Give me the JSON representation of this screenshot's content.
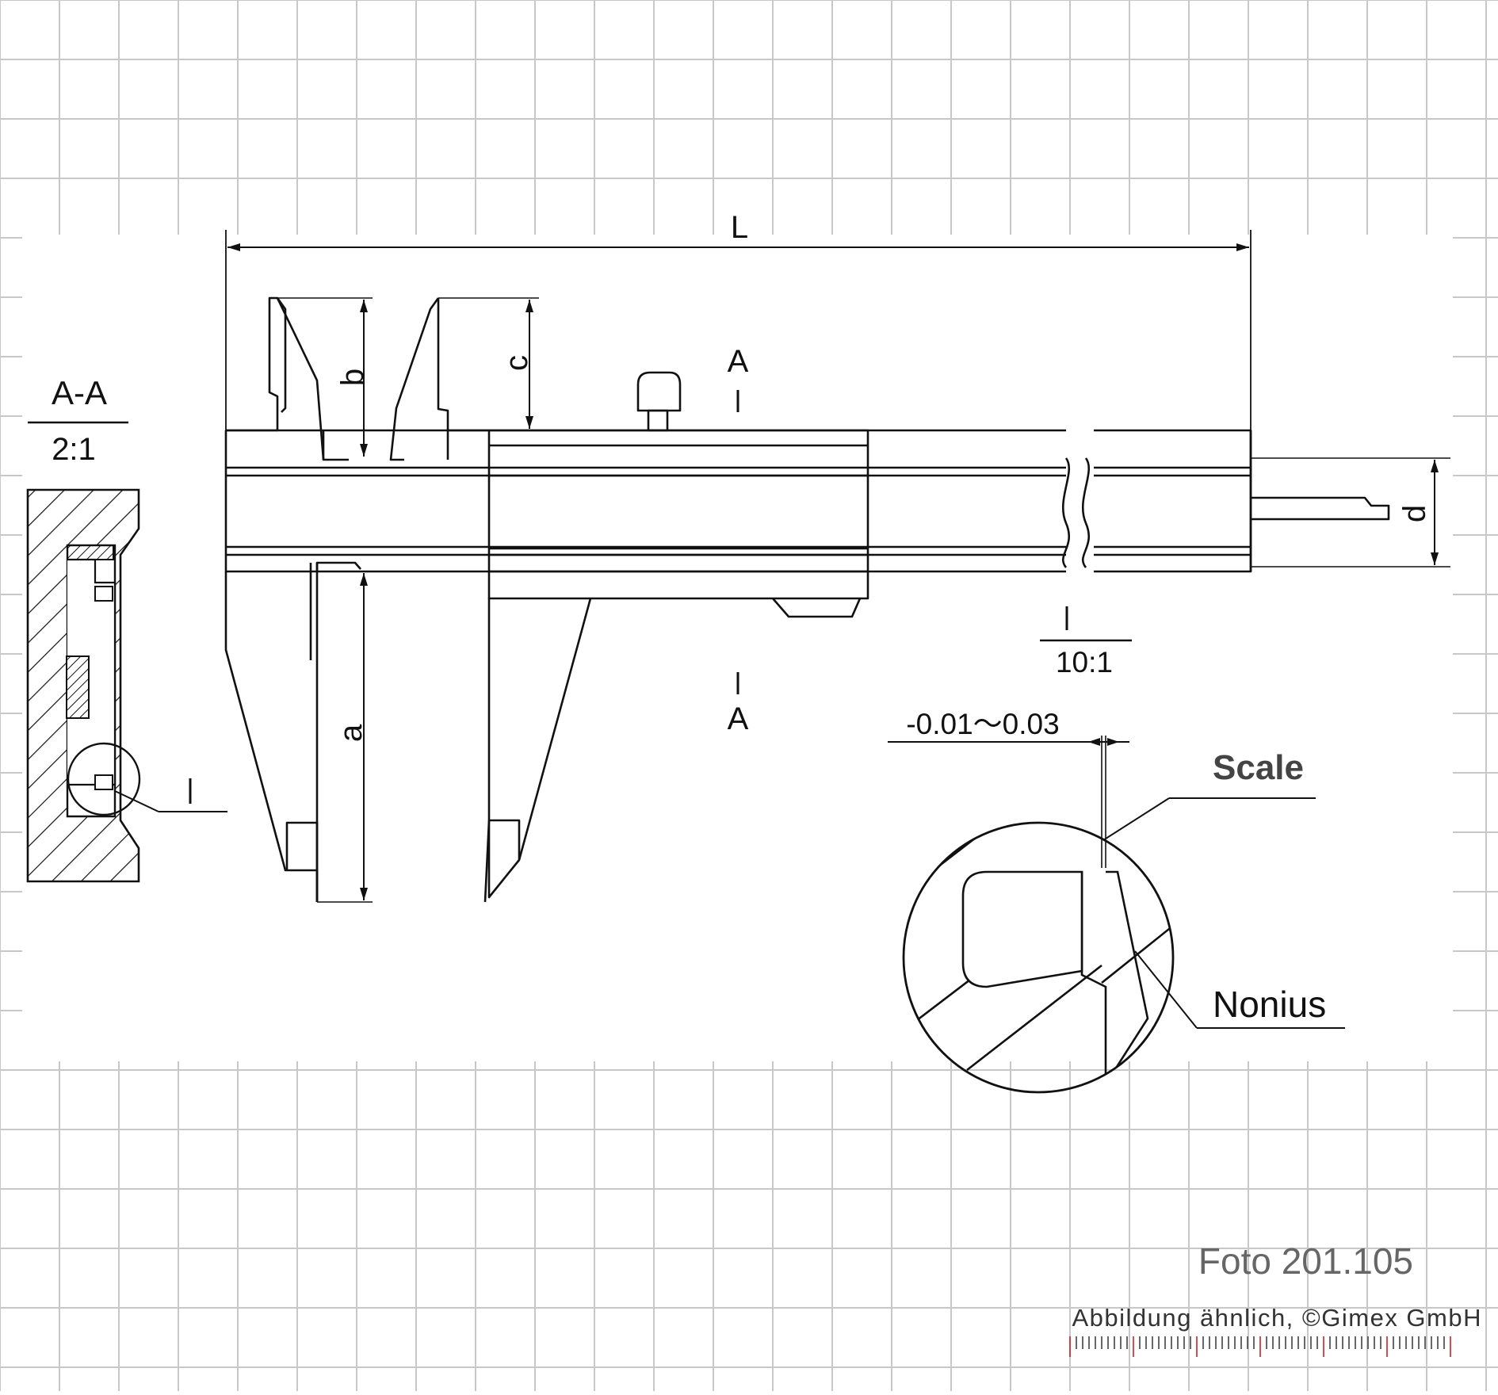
{
  "dimensions": {
    "length": "L",
    "jaw_a": "a",
    "jaw_b": "b",
    "jaw_c": "c",
    "depth_d": "d"
  },
  "section": {
    "marker_top": "A",
    "marker_bottom": "A",
    "title": "A-A",
    "scale": "2:1"
  },
  "detail": {
    "marker": "I",
    "scale": "10:1",
    "tolerance": "-0.01～0.03",
    "scale_label": "Scale",
    "nonius_label": "Nonius"
  },
  "caption": {
    "photo": "Foto 201.105",
    "credit": "Abbildung ähnlich, ©Gimex GmbH"
  },
  "colors": {
    "grid": "#c8c8c8",
    "line": "#111111",
    "ruler_accent": "#cc2222"
  }
}
